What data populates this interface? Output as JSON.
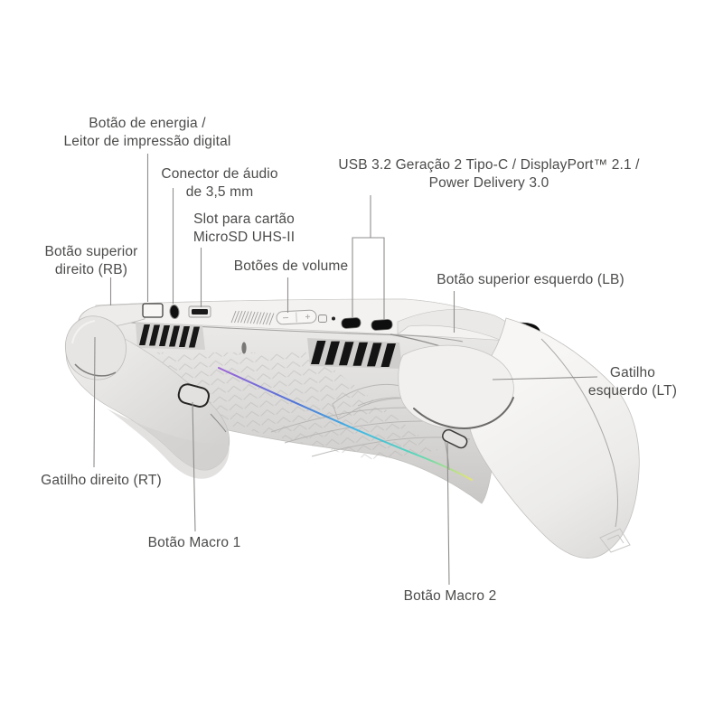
{
  "diagram": {
    "labels": {
      "power": "Botão de energia /\nLeitor de impressão digital",
      "audio": "Conector de áudio\nde 3,5 mm",
      "microsd": "Slot para cartão\nMicroSD UHS-II",
      "volume": "Botões de volume",
      "bumper_right": "Botão superior\ndireito (RB)",
      "usb": "USB 3.2 Geração 2 Tipo-C / DisplayPort™ 2.1 /\nPower Delivery 3.0",
      "bumper_left": "Botão superior esquerdo (LB)",
      "trigger_left": "Gatilho\nesquerdo (LT)",
      "trigger_right": "Gatilho direito (RT)",
      "macro1": "Botão Macro 1",
      "macro2": "Botão Macro 2"
    },
    "style": {
      "background": "#ffffff",
      "label_text": "#4b4b4a",
      "leader_line": "#8f8e8c",
      "body_light": "#f3f2f0",
      "body_mid": "#e2e1df",
      "body_dark": "#c9c8c6",
      "port_black": "#0e0e0e",
      "rgb_strip": [
        "#9a5fd6",
        "#4a6fd8",
        "#38b6e6",
        "#52d6b8",
        "#e6e670"
      ]
    }
  }
}
